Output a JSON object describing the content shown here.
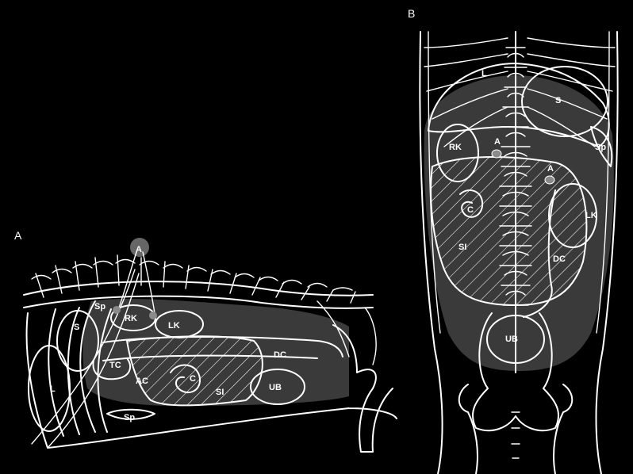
{
  "panels": [
    {
      "letter": "A"
    },
    {
      "letter": "B"
    }
  ],
  "lateral_view": {
    "artery_label": "A",
    "labels": {
      "spleen_dorsal": "Sp",
      "right_kidney": "RK",
      "left_kidney": "LK",
      "stomach": "S",
      "liver": "L",
      "transverse_colon": "TC",
      "ascending_colon": "AC",
      "cecum": "C",
      "small_intestine": "SI",
      "descending_colon": "DC",
      "urinary_bladder": "UB",
      "spleen_ventral": "Sp"
    }
  },
  "ventrodorsal_view": {
    "labels": {
      "liver": "L",
      "stomach": "S",
      "right_kidney": "RK",
      "artery_right": "A",
      "artery_left": "A",
      "spleen": "Sp",
      "cecum": "C",
      "left_kidney": "LK",
      "small_intestine": "SI",
      "descending_colon": "DC",
      "urinary_bladder": "UB"
    }
  },
  "colors": {
    "background": "#000000",
    "line": "#ffffff",
    "shaded_region": "#3a3a3a",
    "artery_marker": "#8a8a8a"
  }
}
